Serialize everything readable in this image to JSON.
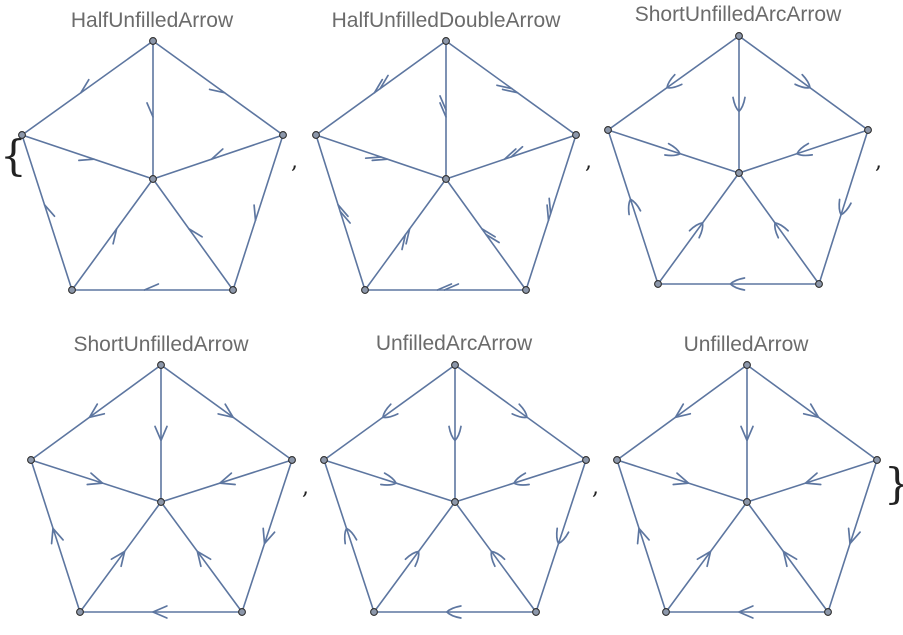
{
  "list": {
    "open_brace": "{",
    "close_brace": "}",
    "separator": ","
  },
  "colors": {
    "edge": "#5d76a0",
    "node_fill": "#8c97aa",
    "node_stroke": "#2f2f2f",
    "title": "#6b6b6b"
  },
  "graphs": [
    {
      "title": "HalfUnfilledArrow",
      "style": "half"
    },
    {
      "title": "HalfUnfilledDoubleArrow",
      "style": "halfdouble"
    },
    {
      "title": "ShortUnfilledArcArrow",
      "style": "arc"
    },
    {
      "title": "ShortUnfilledArrow",
      "style": "full"
    },
    {
      "title": "UnfilledArcArrow",
      "style": "arc"
    },
    {
      "title": "UnfilledArrow",
      "style": "full"
    }
  ],
  "edges": [
    [
      0,
      1
    ],
    [
      0,
      4
    ],
    [
      0,
      5
    ],
    [
      1,
      2
    ],
    [
      1,
      5
    ],
    [
      2,
      3
    ],
    [
      2,
      5
    ],
    [
      3,
      4
    ],
    [
      3,
      5
    ],
    [
      4,
      5
    ]
  ]
}
